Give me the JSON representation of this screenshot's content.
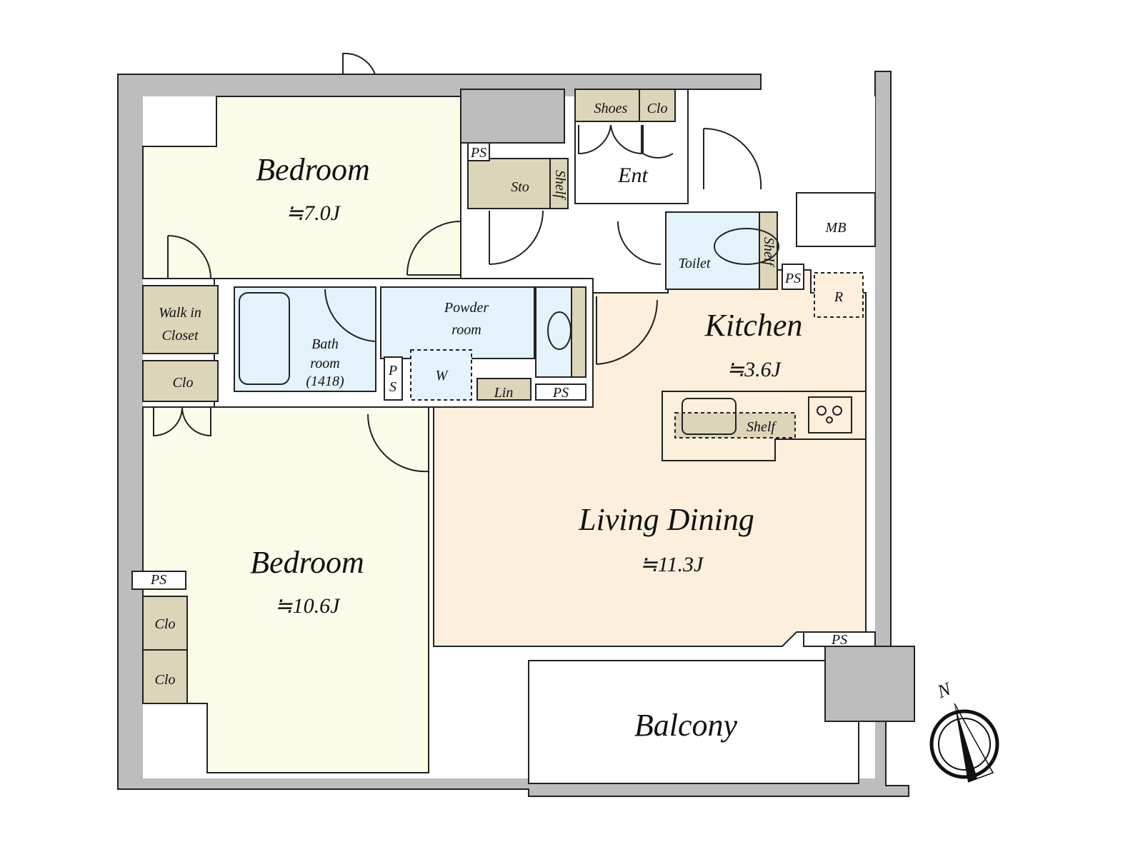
{
  "colors": {
    "wall": "#bdbdbd",
    "bedroom": "#fcfbea",
    "living": "#fcefdc",
    "wet": "#e4f2fb",
    "storage": "#dcd5ba"
  },
  "rooms": {
    "bedroom1": {
      "label": "Bedroom",
      "area": "≒7.0J"
    },
    "bedroom2": {
      "label": "Bedroom",
      "area": "≒10.6J"
    },
    "living": {
      "label": "Living Dining",
      "area": "≒11.3J"
    },
    "kitchen": {
      "label": "Kitchen",
      "area": "≒3.6J"
    },
    "balcony": {
      "label": "Balcony"
    },
    "entrance": {
      "label": "Ent"
    },
    "toilet": {
      "label": "Toilet"
    },
    "bathroom": {
      "label1": "Bath",
      "label2": "room",
      "label3": "(1418)"
    },
    "powder": {
      "label1": "Powder",
      "label2": "room"
    },
    "walkin": {
      "label1": "Walk in",
      "label2": "Closet"
    },
    "mb": {
      "label": "MB"
    }
  },
  "fixtures": {
    "shoes": "Shoes",
    "clo": "Clo",
    "sto": "Sto",
    "shelf": "Shelf",
    "ps": "PS",
    "p": "P",
    "s": "S",
    "w": "W",
    "lin": "Lin",
    "r": "R"
  },
  "compass": {
    "north": "N"
  }
}
